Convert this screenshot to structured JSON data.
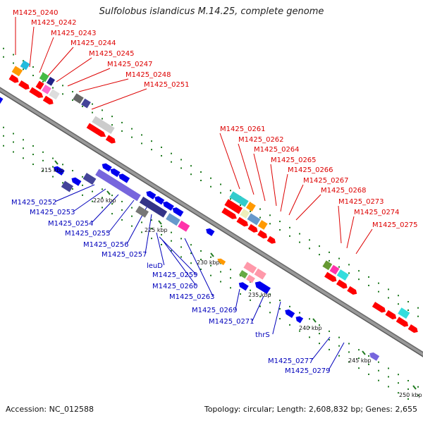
{
  "title": "Sulfolobus islandicus M.14.25, complete genome",
  "footer": {
    "accession": "Accession: NC_012588",
    "topology": "Topology: circular; Length: 2,608,832 bp; Genes: 2,655"
  },
  "colors": {
    "backbone": "#888888",
    "forward_label": "#dd0000",
    "reverse_label": "#0000bb",
    "tick": "#1f7a1f"
  },
  "scale_labels": [
    "215 kbp",
    "220 kbp",
    "225 kbp",
    "230 kbp",
    "235 kbp",
    "240 kbp",
    "245 kbp",
    "250 kbp"
  ],
  "forward_labels": [
    "M1425_0240",
    "M1425_0242",
    "M1425_0243",
    "M1425_0244",
    "M1425_0245",
    "M1425_0247",
    "M1425_0248",
    "M1425_0251",
    "M1425_0261",
    "M1425_0262",
    "M1425_0264",
    "M1425_0265",
    "M1425_0266",
    "M1425_0267",
    "M1425_0268",
    "M1425_0273",
    "M1425_0274",
    "M1425_0275"
  ],
  "reverse_labels": [
    "M1425_0252",
    "M1425_0253",
    "M1425_0254",
    "M1425_0255",
    "M1425_0256",
    "M1425_0257",
    "leuD",
    "M1425_0259",
    "M1425_0260",
    "M1425_0263",
    "M1425_0269",
    "M1425_0271",
    "thrS",
    "M1425_0277",
    "M1425_0279"
  ]
}
